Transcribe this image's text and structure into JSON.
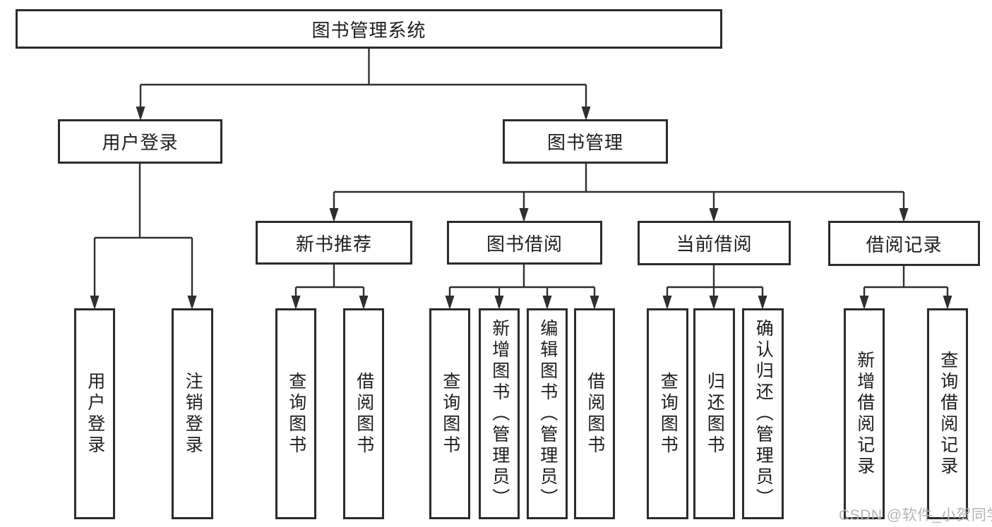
{
  "diagram": {
    "title": "图书管理系统",
    "type": "hierarchy-tree",
    "colors": {
      "background": "#ffffff",
      "box_border": "#2b2b2b",
      "line": "#2f2f2f",
      "text": "#1d1d1d",
      "watermark_text": "#b4b4b4"
    },
    "nodes": {
      "root": {
        "label": "图书管理系统"
      },
      "user_login": {
        "label": "用户登录"
      },
      "book_mgmt": {
        "label": "图书管理"
      },
      "new_book_rec": {
        "label": "新书推荐"
      },
      "book_borrow": {
        "label": "图书借阅"
      },
      "current_borrow": {
        "label": "当前借阅"
      },
      "borrow_records": {
        "label": "借阅记录"
      },
      "leaf_user_login": {
        "label": "用户登录"
      },
      "leaf_logout": {
        "label": "注销登录"
      },
      "leaf_nbr_query": {
        "label": "查询图书"
      },
      "leaf_nbr_borrow": {
        "label": "借阅图书"
      },
      "leaf_bb_query": {
        "label": "查询图书"
      },
      "leaf_bb_add": {
        "label": "新增图书（管理员）"
      },
      "leaf_bb_edit": {
        "label": "编辑图书（管理员）"
      },
      "leaf_bb_borrow": {
        "label": "借阅图书"
      },
      "leaf_cb_query": {
        "label": "查询图书"
      },
      "leaf_cb_return": {
        "label": "归还图书"
      },
      "leaf_cb_confirm": {
        "label": "确认归还（管理员）"
      },
      "leaf_br_add": {
        "label": "新增借阅记录"
      },
      "leaf_br_query": {
        "label": "查询借阅记录"
      }
    },
    "hierarchy": {
      "root": [
        "user_login",
        "book_mgmt"
      ],
      "user_login": [
        "leaf_user_login",
        "leaf_logout"
      ],
      "book_mgmt": [
        "new_book_rec",
        "book_borrow",
        "current_borrow",
        "borrow_records"
      ],
      "new_book_rec": [
        "leaf_nbr_query",
        "leaf_nbr_borrow"
      ],
      "book_borrow": [
        "leaf_bb_query",
        "leaf_bb_add",
        "leaf_bb_edit",
        "leaf_bb_borrow"
      ],
      "current_borrow": [
        "leaf_cb_query",
        "leaf_cb_return",
        "leaf_cb_confirm"
      ],
      "borrow_records": [
        "leaf_br_add",
        "leaf_br_query"
      ]
    },
    "watermark": "CSDN @软件_小贺同学"
  }
}
